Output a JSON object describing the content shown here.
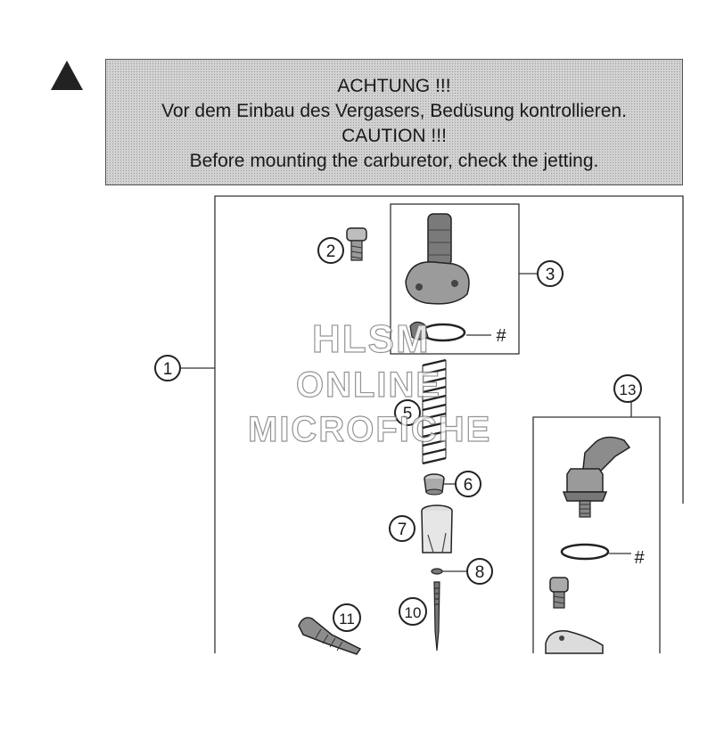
{
  "warning": {
    "line1": "ACHTUNG !!!",
    "line2": "Vor dem Einbau des Vergasers, Bedüsung kontrollieren.",
    "line3": "CAUTION !!!",
    "line4": "Before mounting the carburetor, check the jetting."
  },
  "callouts": {
    "c1": "1",
    "c2": "2",
    "c3": "3",
    "c5": "5",
    "c6": "6",
    "c7": "7",
    "c8": "8",
    "c10": "10",
    "c11": "11",
    "c13": "13",
    "hash_a": "#",
    "hash_b": "#"
  },
  "watermark": {
    "line1": "HLSM",
    "line2": "ONLINE",
    "line3": "MICROFICHE"
  },
  "colors": {
    "ink": "#1a1a1a",
    "banner_bg": "#d2d2d2",
    "part_fill": "#8c8c8c",
    "part_dark": "#333333"
  }
}
